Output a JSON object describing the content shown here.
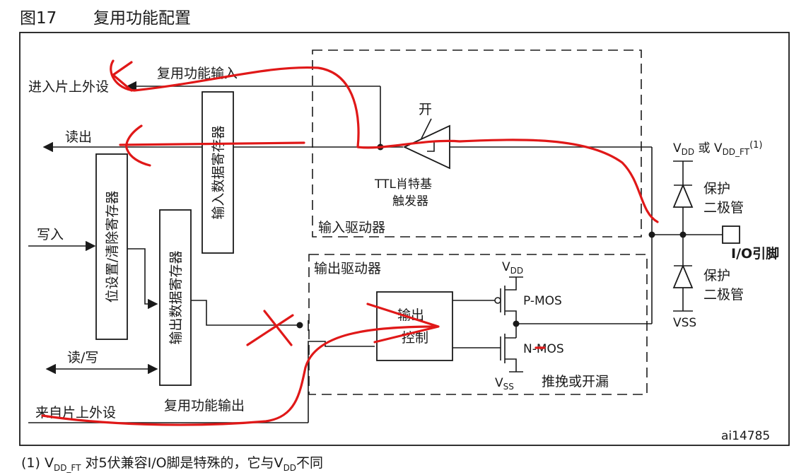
{
  "figure": {
    "number": "图17",
    "title": "复用功能配置",
    "id_code": "ai14785"
  },
  "labels": {
    "peripheral_in": "进入片上外设",
    "alt_func_in": "复用功能输入",
    "read": "读出",
    "write": "写入",
    "read_write": "读/写",
    "from_peripheral": "来自片上外设",
    "alt_func_out": "复用功能输出",
    "bit_set_reset_reg": "位设置/清除寄存器",
    "input_data_reg": "输入数据寄存器",
    "output_data_reg": "输出数据寄存器",
    "on": "开",
    "schmitt_line1": "TTL肖特基",
    "schmitt_line2": "触发器",
    "input_driver": "输入驱动器",
    "output_driver": "输出驱动器",
    "output_ctrl_line1": "输出",
    "output_ctrl_line2": "控制",
    "pmos": "P-MOS",
    "nmos": "N-MOS",
    "vdd_main": "V",
    "vdd_sub": "DD",
    "vss_main": "V",
    "vss_sub": "SS",
    "push_pull": "推挽或开漏",
    "top_rail_a": "V",
    "top_rail_a_sub": "DD",
    "top_rail_or": " 或 V",
    "top_rail_b_sub": "DD_FT",
    "top_rail_note": "(1)",
    "protect_diode_1a": "保护",
    "protect_diode_1b": "二极管",
    "protect_diode_2a": "保护",
    "protect_diode_2b": "二极管",
    "vss_rail": "VSS",
    "io_pin": "I/O引脚"
  },
  "footnote": {
    "prefix": "(1) V",
    "sub1": "DD_FT",
    "middle": " 对5伏兼容I/O脚是特殊的，它与V",
    "sub2": "DD",
    "suffix": "不同"
  },
  "colors": {
    "ink": "#1a1a1a",
    "annotation": "#e01818"
  }
}
